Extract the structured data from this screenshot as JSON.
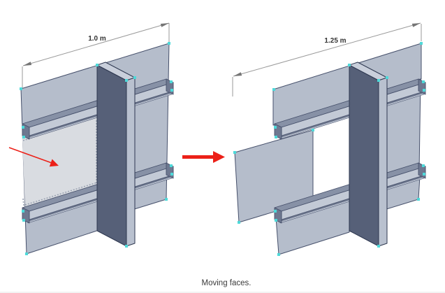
{
  "figure": {
    "caption": "Moving faces."
  },
  "left_diagram": {
    "dimension_label": "1.0 m",
    "selected_face": "highlighted face between rails, left of cross panel"
  },
  "right_diagram": {
    "dimension_label": "1.25 m",
    "moved_face": "face moved 0.25 m outward leaving a gap"
  },
  "icons": {
    "transform_arrow": "red-right-arrow",
    "face_select_arrow": "red-pointer-arrow",
    "vertex_marker": "cyan-square"
  },
  "colors": {
    "wall": "#b5bdcb",
    "selected-face": "#d9dce1",
    "rail-top": "#8791a6",
    "rail-front": "#c3cad6",
    "rail-lip": "#707a90",
    "rail-lip2": "#b2bac9",
    "rail-end": "#6e7890",
    "panel-dark": "#566078",
    "panel-front": "#b9c1cf",
    "panel-top": "#c9cfdb",
    "edge": "#46506b",
    "edge-dark": "#2e3850",
    "marker": "#4ed9d9",
    "dim": "#9a9a9a",
    "dim-head": "#757575",
    "red": "#ec2018",
    "text": "#333333",
    "caption": "#3a3a3a"
  }
}
